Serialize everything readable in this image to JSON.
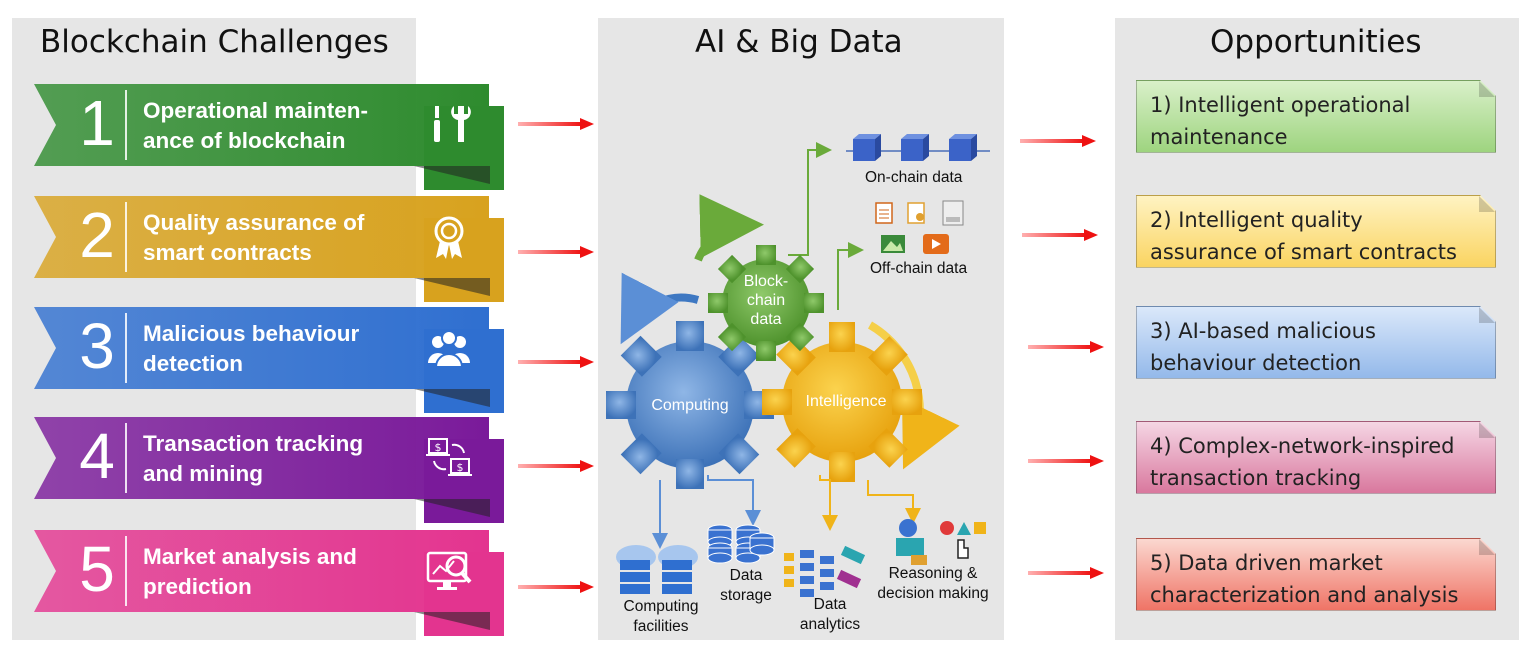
{
  "left_panel": {
    "title": "Blockchain Challenges"
  },
  "mid_panel": {
    "title": "AI & Big Data"
  },
  "right_panel": {
    "title": "Opportunities"
  },
  "challenges": [
    {
      "num": "1",
      "label": "Operational mainten-ance of blockchain",
      "line1": "Operational mainten-",
      "line2": "ance of blockchain",
      "icon": "tools-icon",
      "color": "#2e8b2e"
    },
    {
      "num": "2",
      "label": "Quality assurance of smart contracts",
      "line1": "Quality assurance of",
      "line2": "smart contracts",
      "icon": "award-ribbon-icon",
      "color": "#d8a21e"
    },
    {
      "num": "3",
      "label": "Malicious behaviour detection",
      "line1": "Malicious behaviour",
      "line2": "detection",
      "icon": "users-group-icon",
      "color": "#2f6fd0"
    },
    {
      "num": "4",
      "label": "Transaction tracking and mining",
      "line1": "Transaction tracking",
      "line2": "and mining",
      "icon": "money-exchange-icon",
      "color": "#7a1a9a"
    },
    {
      "num": "5",
      "label": "Market analysis and prediction",
      "line1": "Market analysis and",
      "line2": "prediction",
      "icon": "monitor-analytics-icon",
      "color": "#e3348f"
    }
  ],
  "diagram": {
    "gears": {
      "blockchain": "Block-chain data",
      "blockchain_l1": "Block-",
      "blockchain_l2": "chain",
      "blockchain_l3": "data",
      "computing": "Computing",
      "intelligence": "Intelligence"
    },
    "onchain": "On-chain data",
    "offchain": "Off-chain data",
    "computing_facilities_l1": "Computing",
    "computing_facilities_l2": "facilities",
    "data_storage_l1": "Data",
    "data_storage_l2": "storage",
    "data_analytics_l1": "Data",
    "data_analytics_l2": "analytics",
    "reasoning_l1": "Reasoning &",
    "reasoning_l2": "decision making",
    "colors": {
      "blockchain": "#6aaa3a",
      "computing": "#4a7fc1",
      "intelligence": "#f2b81c"
    }
  },
  "opportunities": [
    {
      "line1": "1) Intelligent operational",
      "line2": "maintenance",
      "color_top": "#d9f0c9",
      "color_bottom": "#9ed47f"
    },
    {
      "line1": "2) Intelligent quality",
      "line2": "assurance of smart contracts",
      "color_top": "#fff3c2",
      "color_bottom": "#fad461"
    },
    {
      "line1": "3) AI-based malicious",
      "line2": "behaviour detection",
      "color_top": "#dbe8fa",
      "color_bottom": "#94b9ea"
    },
    {
      "line1": "4) Complex-network-inspired",
      "line2": "transaction tracking",
      "color_top": "#f5d6e4",
      "color_bottom": "#d9789e"
    },
    {
      "line1": "5) Data driven market",
      "line2": "characterization and analysis",
      "color_top": "#fbd8d0",
      "color_bottom": "#ef7466"
    }
  ]
}
